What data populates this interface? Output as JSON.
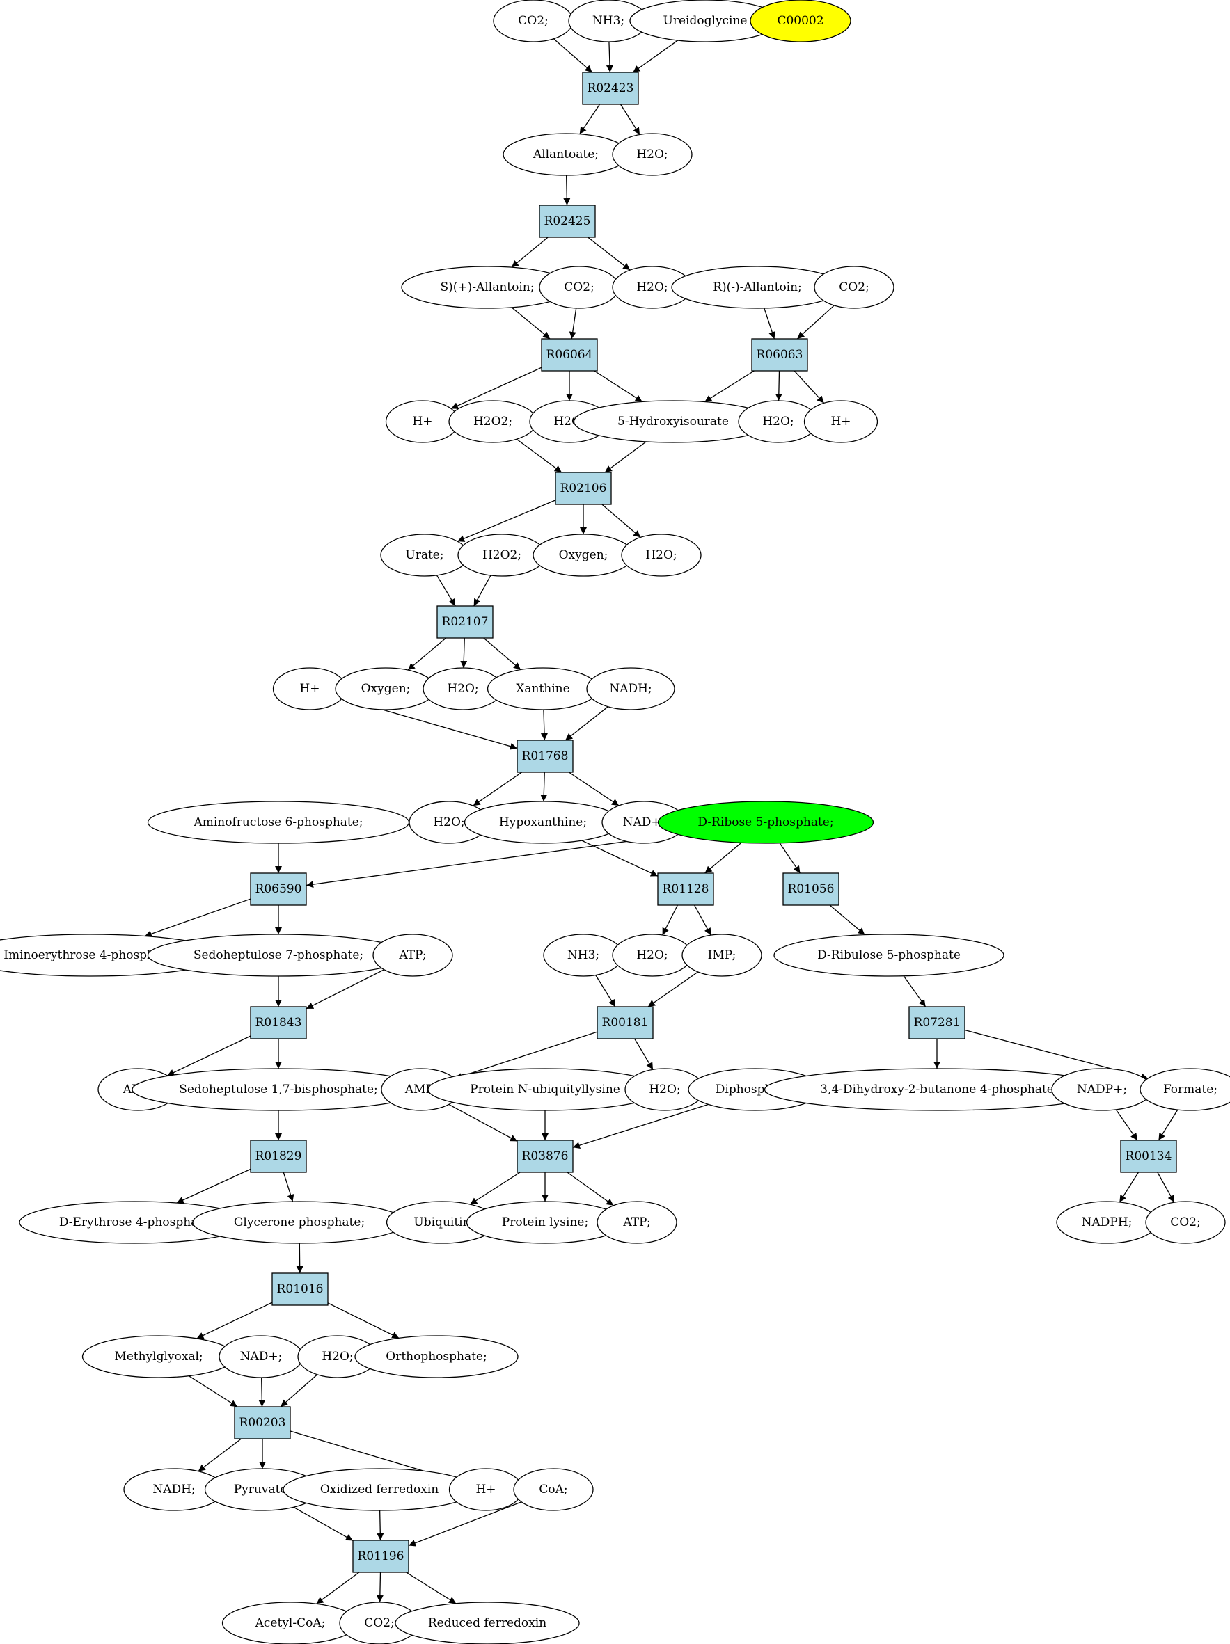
{
  "colors": {
    "reaction_fill": "#add8e6",
    "compound_fill": "#ffffff",
    "highlight_yellow": "#ffff00",
    "highlight_green": "#00ff00"
  },
  "diagram": {
    "reactions": [
      {
        "id": "r_R02423",
        "label": "R02423"
      },
      {
        "id": "r_R02425",
        "label": "R02425"
      },
      {
        "id": "r_R06064",
        "label": "R06064"
      },
      {
        "id": "r_R06063",
        "label": "R06063"
      },
      {
        "id": "r_R02106",
        "label": "R02106"
      },
      {
        "id": "r_R02107",
        "label": "R02107"
      },
      {
        "id": "r_R01768",
        "label": "R01768"
      },
      {
        "id": "r_R06590",
        "label": "R06590"
      },
      {
        "id": "r_R01128",
        "label": "R01128"
      },
      {
        "id": "r_R01056",
        "label": "R01056"
      },
      {
        "id": "r_R01843",
        "label": "R01843"
      },
      {
        "id": "r_R00181",
        "label": "R00181"
      },
      {
        "id": "r_R07281",
        "label": "R07281"
      },
      {
        "id": "r_R01829",
        "label": "R01829"
      },
      {
        "id": "r_R03876",
        "label": "R03876"
      },
      {
        "id": "r_R00134",
        "label": "R00134"
      },
      {
        "id": "r_R01016",
        "label": "R01016"
      },
      {
        "id": "r_R00203",
        "label": "R00203"
      },
      {
        "id": "r_R01196",
        "label": "R01196"
      }
    ],
    "compounds": [
      {
        "id": "c1",
        "label": "CO2;"
      },
      {
        "id": "c2",
        "label": "NH3;"
      },
      {
        "id": "c3",
        "label": "Ureidoglycine"
      },
      {
        "id": "c4",
        "label": "C00002",
        "highlight": "yellow"
      },
      {
        "id": "c5",
        "label": "Allantoate;"
      },
      {
        "id": "c6",
        "label": "H2O;"
      },
      {
        "id": "c7",
        "label": "S)(+)-Allantoin;"
      },
      {
        "id": "c8",
        "label": "CO2;"
      },
      {
        "id": "c9",
        "label": "H2O;"
      },
      {
        "id": "c10",
        "label": "R)(-)-Allantoin;"
      },
      {
        "id": "c11",
        "label": "CO2;"
      },
      {
        "id": "c12",
        "label": "H+"
      },
      {
        "id": "c13",
        "label": "H2O2;"
      },
      {
        "id": "c14",
        "label": "H2O;"
      },
      {
        "id": "c15",
        "label": "5-Hydroxyisourate"
      },
      {
        "id": "c16",
        "label": "H2O;"
      },
      {
        "id": "c17",
        "label": "H+"
      },
      {
        "id": "c18",
        "label": "Urate;"
      },
      {
        "id": "c19",
        "label": "H2O2;"
      },
      {
        "id": "c20",
        "label": "Oxygen;"
      },
      {
        "id": "c21",
        "label": "H2O;"
      },
      {
        "id": "c22",
        "label": "H+"
      },
      {
        "id": "c23",
        "label": "Oxygen;"
      },
      {
        "id": "c24",
        "label": "H2O;"
      },
      {
        "id": "c25",
        "label": "Xanthine"
      },
      {
        "id": "c26",
        "label": "NADH;"
      },
      {
        "id": "c27",
        "label": "Aminofructose 6-phosphate;"
      },
      {
        "id": "c28",
        "label": "H2O;"
      },
      {
        "id": "c29",
        "label": "Hypoxanthine;"
      },
      {
        "id": "c30",
        "label": "NAD+;"
      },
      {
        "id": "c31",
        "label": "D-Ribose 5-phosphate;",
        "highlight": "green"
      },
      {
        "id": "c32",
        "label": "Iminoerythrose 4-phosphate;"
      },
      {
        "id": "c33",
        "label": "Sedoheptulose 7-phosphate;"
      },
      {
        "id": "c34",
        "label": "ATP;"
      },
      {
        "id": "c35",
        "label": "NH3;"
      },
      {
        "id": "c36",
        "label": "H2O;"
      },
      {
        "id": "c37",
        "label": "IMP;"
      },
      {
        "id": "c38",
        "label": "D-Ribulose 5-phosphate"
      },
      {
        "id": "c39",
        "label": "ADP;"
      },
      {
        "id": "c40",
        "label": "Sedoheptulose 1,7-bisphosphate;"
      },
      {
        "id": "c41",
        "label": "AMP;"
      },
      {
        "id": "c42",
        "label": "Protein N-ubiquityllysine"
      },
      {
        "id": "c43",
        "label": "H2O;"
      },
      {
        "id": "c44",
        "label": "Diphosphate;"
      },
      {
        "id": "c45",
        "label": "3,4-Dihydroxy-2-butanone 4-phosphate"
      },
      {
        "id": "c46",
        "label": "NADP+;"
      },
      {
        "id": "c47",
        "label": "Formate;"
      },
      {
        "id": "c48",
        "label": "D-Erythrose 4-phosphate"
      },
      {
        "id": "c49",
        "label": "Glycerone phosphate;"
      },
      {
        "id": "c50",
        "label": "Ubiquitin"
      },
      {
        "id": "c51",
        "label": "Protein lysine;"
      },
      {
        "id": "c52",
        "label": "ATP;"
      },
      {
        "id": "c53",
        "label": "NADPH;"
      },
      {
        "id": "c54",
        "label": "CO2;"
      },
      {
        "id": "c55",
        "label": "Methylglyoxal;"
      },
      {
        "id": "c56",
        "label": "NAD+;"
      },
      {
        "id": "c57",
        "label": "H2O;"
      },
      {
        "id": "c58",
        "label": "Orthophosphate;"
      },
      {
        "id": "c59",
        "label": "NADH;"
      },
      {
        "id": "c60",
        "label": "Pyruvate;"
      },
      {
        "id": "c61",
        "label": "Oxidized ferredoxin"
      },
      {
        "id": "c62",
        "label": "H+"
      },
      {
        "id": "c63",
        "label": "CoA;"
      },
      {
        "id": "c64",
        "label": "Acetyl-CoA;"
      },
      {
        "id": "c65",
        "label": "CO2;"
      },
      {
        "id": "c66",
        "label": "Reduced ferredoxin"
      }
    ],
    "edges": [
      [
        "c1",
        "r_R02423"
      ],
      [
        "c2",
        "r_R02423"
      ],
      [
        "c3",
        "r_R02423"
      ],
      [
        "r_R02423",
        "c5"
      ],
      [
        "r_R02423",
        "c6"
      ],
      [
        "c5",
        "r_R02425"
      ],
      [
        "r_R02425",
        "c7"
      ],
      [
        "r_R02425",
        "c9"
      ],
      [
        "c7",
        "r_R06064"
      ],
      [
        "c8",
        "r_R06064"
      ],
      [
        "c10",
        "r_R06063"
      ],
      [
        "c11",
        "r_R06063"
      ],
      [
        "r_R06064",
        "c12"
      ],
      [
        "r_R06064",
        "c14"
      ],
      [
        "r_R06064",
        "c15"
      ],
      [
        "r_R06063",
        "c15"
      ],
      [
        "r_R06063",
        "c16"
      ],
      [
        "r_R06063",
        "c17"
      ],
      [
        "c13",
        "r_R02106"
      ],
      [
        "c15",
        "r_R02106"
      ],
      [
        "r_R02106",
        "c18"
      ],
      [
        "r_R02106",
        "c20"
      ],
      [
        "r_R02106",
        "c21"
      ],
      [
        "c18",
        "r_R02107"
      ],
      [
        "c19",
        "r_R02107"
      ],
      [
        "r_R02107",
        "c23"
      ],
      [
        "r_R02107",
        "c24"
      ],
      [
        "r_R02107",
        "c25"
      ],
      [
        "c22",
        "r_R01768"
      ],
      [
        "c25",
        "r_R01768"
      ],
      [
        "c26",
        "r_R01768"
      ],
      [
        "r_R01768",
        "c28"
      ],
      [
        "r_R01768",
        "c29"
      ],
      [
        "r_R01768",
        "c30"
      ],
      [
        "c27",
        "r_R06590"
      ],
      [
        "c31",
        "r_R06590"
      ],
      [
        "c29",
        "r_R01128"
      ],
      [
        "c31",
        "r_R01128"
      ],
      [
        "c31",
        "r_R01056"
      ],
      [
        "r_R06590",
        "c32"
      ],
      [
        "r_R06590",
        "c33"
      ],
      [
        "r_R01128",
        "c36"
      ],
      [
        "r_R01128",
        "c37"
      ],
      [
        "r_R01056",
        "c38"
      ],
      [
        "c33",
        "r_R01843"
      ],
      [
        "c34",
        "r_R01843"
      ],
      [
        "c35",
        "r_R00181"
      ],
      [
        "c37",
        "r_R00181"
      ],
      [
        "c38",
        "r_R07281"
      ],
      [
        "r_R01843",
        "c39"
      ],
      [
        "r_R01843",
        "c40"
      ],
      [
        "r_R00181",
        "c41"
      ],
      [
        "r_R00181",
        "c43"
      ],
      [
        "r_R07281",
        "c45"
      ],
      [
        "r_R07281",
        "c47"
      ],
      [
        "c40",
        "r_R01829"
      ],
      [
        "c41",
        "r_R03876"
      ],
      [
        "c42",
        "r_R03876"
      ],
      [
        "c44",
        "r_R03876"
      ],
      [
        "c46",
        "r_R00134"
      ],
      [
        "c47",
        "r_R00134"
      ],
      [
        "r_R01829",
        "c48"
      ],
      [
        "r_R01829",
        "c49"
      ],
      [
        "r_R03876",
        "c50"
      ],
      [
        "r_R03876",
        "c51"
      ],
      [
        "r_R03876",
        "c52"
      ],
      [
        "r_R00134",
        "c53"
      ],
      [
        "r_R00134",
        "c54"
      ],
      [
        "c49",
        "r_R01016"
      ],
      [
        "r_R01016",
        "c55"
      ],
      [
        "r_R01016",
        "c58"
      ],
      [
        "c55",
        "r_R00203"
      ],
      [
        "c56",
        "r_R00203"
      ],
      [
        "c57",
        "r_R00203"
      ],
      [
        "r_R00203",
        "c59"
      ],
      [
        "r_R00203",
        "c60"
      ],
      [
        "r_R00203",
        "c62"
      ],
      [
        "c60",
        "r_R01196"
      ],
      [
        "c61",
        "r_R01196"
      ],
      [
        "c63",
        "r_R01196"
      ],
      [
        "r_R01196",
        "c64"
      ],
      [
        "r_R01196",
        "c65"
      ],
      [
        "r_R01196",
        "c66"
      ]
    ]
  }
}
